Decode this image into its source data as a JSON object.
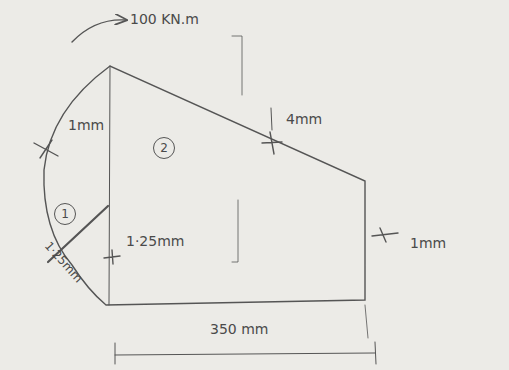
{
  "diagram": {
    "nodes": [
      {
        "text": [
          "1"
        ]
      },
      {
        "text": [
          "2"
        ]
      }
    ],
    "labels": [
      "100 KN.m",
      "1mm",
      "1·25mm",
      "1·25mm",
      "4mm",
      "1mm",
      "350 mm"
    ]
  }
}
